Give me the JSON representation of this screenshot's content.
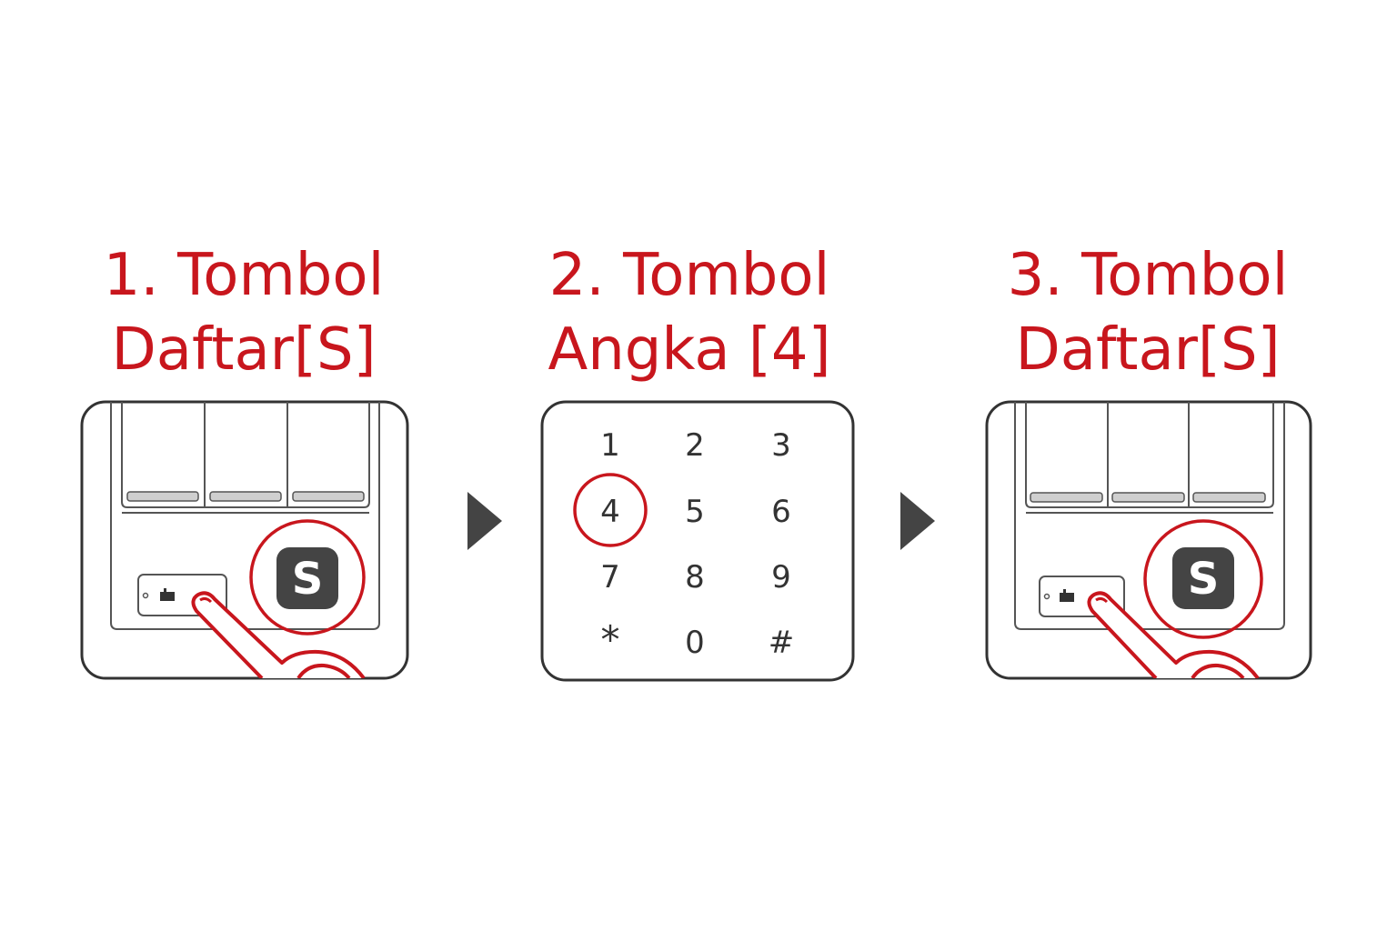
{
  "steps": [
    {
      "title_line1": "1. Tombol",
      "title_line2": "Daftar[S]",
      "button_glyph": "S"
    },
    {
      "title_line1": "2. Tombol",
      "title_line2": "Angka [4]",
      "keypad": [
        "1",
        "2",
        "3",
        "4",
        "5",
        "6",
        "7",
        "8",
        "9",
        "*",
        "0",
        "#"
      ],
      "highlighted_key": "4"
    },
    {
      "title_line1": "3. Tombol",
      "title_line2": "Daftar[S]",
      "button_glyph": "S"
    }
  ],
  "colors": {
    "accent": "#c8161d",
    "outline": "#333333",
    "button_fill": "#444444",
    "arrow": "#444444"
  },
  "icons": {
    "arrow": "play-triangle-right",
    "finger": "pointing-finger-outline",
    "register_button": "s-key-icon"
  }
}
